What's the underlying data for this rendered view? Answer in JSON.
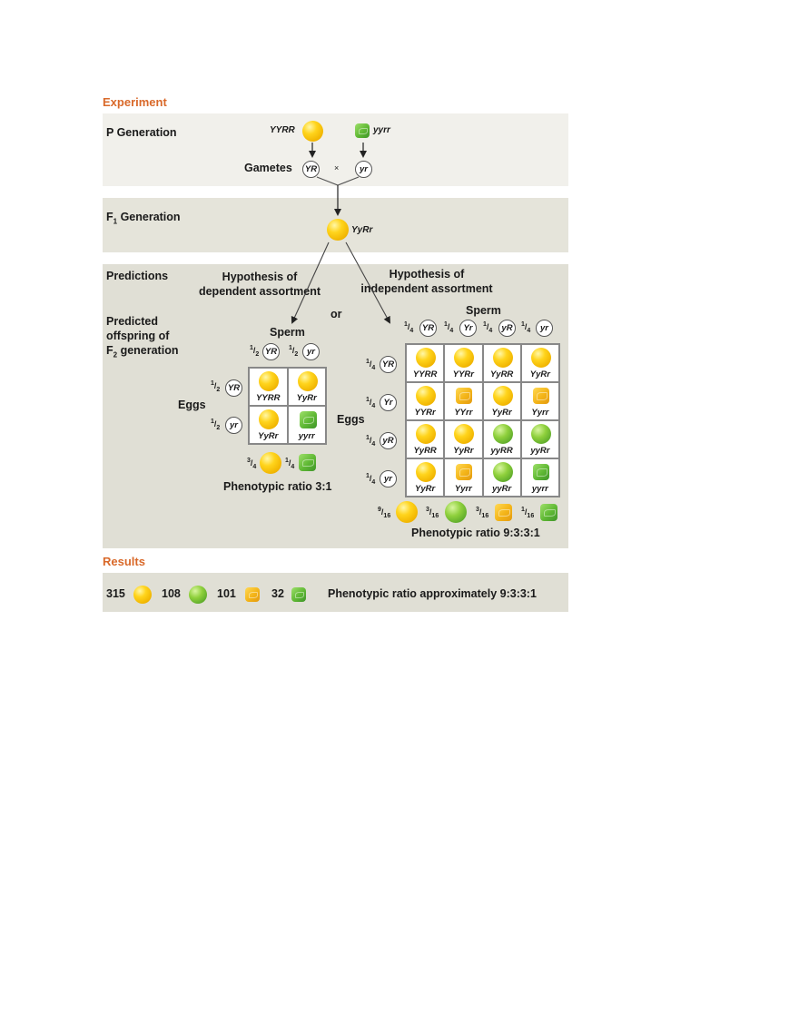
{
  "sections": {
    "experiment_title": "Experiment",
    "results_title": "Results"
  },
  "p_generation": {
    "label": "P Generation",
    "parent1_genotype": "YYRR",
    "parent2_genotype": "yyrr",
    "gametes_label": "Gametes",
    "gamete1": "YR",
    "gamete2": "yr",
    "cross_symbol": "×"
  },
  "f1_generation": {
    "label_prefix": "F",
    "label_sub": "1",
    "label_suffix": " Generation",
    "genotype": "YyRr"
  },
  "predictions": {
    "label": "Predictions",
    "predicted_label_line1": "Predicted",
    "predicted_label_line2": "offspring of",
    "predicted_label_line3_prefix": "F",
    "predicted_label_line3_sub": "2",
    "predicted_label_line3_suffix": " generation",
    "or_label": "or",
    "dependent": {
      "title_line1": "Hypothesis of",
      "title_line2": "dependent assortment",
      "sperm_label": "Sperm",
      "eggs_label": "Eggs",
      "sperm": [
        {
          "frac_num": "1",
          "frac_den": "2",
          "allele": "YR"
        },
        {
          "frac_num": "1",
          "frac_den": "2",
          "allele": "yr"
        }
      ],
      "eggs": [
        {
          "frac_num": "1",
          "frac_den": "2",
          "allele": "YR"
        },
        {
          "frac_num": "1",
          "frac_den": "2",
          "allele": "yr"
        }
      ],
      "cells": [
        [
          {
            "genotype": "YYRR",
            "phenotype": "yellow-round"
          },
          {
            "genotype": "YyRr",
            "phenotype": "yellow-round"
          }
        ],
        [
          {
            "genotype": "YyRr",
            "phenotype": "yellow-round"
          },
          {
            "genotype": "yyrr",
            "phenotype": "green-wrinkled"
          }
        ]
      ],
      "ratios": [
        {
          "num": "3",
          "den": "4",
          "phenotype": "yellow-round"
        },
        {
          "num": "1",
          "den": "4",
          "phenotype": "green-wrinkled"
        }
      ],
      "ratio_label": "Phenotypic ratio 3:1"
    },
    "independent": {
      "title_line1": "Hypothesis of",
      "title_line2": "independent assortment",
      "sperm_label": "Sperm",
      "eggs_label": "Eggs",
      "sperm": [
        {
          "frac_num": "1",
          "frac_den": "4",
          "allele": "YR"
        },
        {
          "frac_num": "1",
          "frac_den": "4",
          "allele": "Yr"
        },
        {
          "frac_num": "1",
          "frac_den": "4",
          "allele": "yR"
        },
        {
          "frac_num": "1",
          "frac_den": "4",
          "allele": "yr"
        }
      ],
      "eggs": [
        {
          "frac_num": "1",
          "frac_den": "4",
          "allele": "YR"
        },
        {
          "frac_num": "1",
          "frac_den": "4",
          "allele": "Yr"
        },
        {
          "frac_num": "1",
          "frac_den": "4",
          "allele": "yR"
        },
        {
          "frac_num": "1",
          "frac_den": "4",
          "allele": "yr"
        }
      ],
      "cells": [
        [
          {
            "genotype": "YYRR",
            "phenotype": "yellow-round"
          },
          {
            "genotype": "YYRr",
            "phenotype": "yellow-round"
          },
          {
            "genotype": "YyRR",
            "phenotype": "yellow-round"
          },
          {
            "genotype": "YyRr",
            "phenotype": "yellow-round"
          }
        ],
        [
          {
            "genotype": "YYRr",
            "phenotype": "yellow-round"
          },
          {
            "genotype": "YYrr",
            "phenotype": "yellow-wrinkled"
          },
          {
            "genotype": "YyRr",
            "phenotype": "yellow-round"
          },
          {
            "genotype": "Yyrr",
            "phenotype": "yellow-wrinkled"
          }
        ],
        [
          {
            "genotype": "YyRR",
            "phenotype": "yellow-round"
          },
          {
            "genotype": "YyRr",
            "phenotype": "yellow-round"
          },
          {
            "genotype": "yyRR",
            "phenotype": "green-round"
          },
          {
            "genotype": "yyRr",
            "phenotype": "green-round"
          }
        ],
        [
          {
            "genotype": "YyRr",
            "phenotype": "yellow-round"
          },
          {
            "genotype": "Yyrr",
            "phenotype": "yellow-wrinkled"
          },
          {
            "genotype": "yyRr",
            "phenotype": "green-round"
          },
          {
            "genotype": "yyrr",
            "phenotype": "green-wrinkled"
          }
        ]
      ],
      "ratios": [
        {
          "num": "9",
          "den": "16",
          "phenotype": "yellow-round"
        },
        {
          "num": "3",
          "den": "16",
          "phenotype": "green-round"
        },
        {
          "num": "3",
          "den": "16",
          "phenotype": "yellow-wrinkled"
        },
        {
          "num": "1",
          "den": "16",
          "phenotype": "green-wrinkled"
        }
      ],
      "ratio_label": "Phenotypic ratio 9:3:3:1"
    }
  },
  "results": {
    "counts": [
      {
        "count": "315",
        "phenotype": "yellow-round"
      },
      {
        "count": "108",
        "phenotype": "green-round"
      },
      {
        "count": "101",
        "phenotype": "yellow-wrinkled"
      },
      {
        "count": "32",
        "phenotype": "green-wrinkled"
      }
    ],
    "ratio_label": "Phenotypic ratio approximately 9:3:3:1"
  },
  "colors": {
    "section_title": "#d9692a",
    "p_panel_bg": "#f1f0eb",
    "f1_panel_bg": "#e5e4da",
    "predictions_panel_bg": "#e0dfd5",
    "yellow_pea": "#f3bf0a",
    "green_pea": "#6cbb2f"
  }
}
